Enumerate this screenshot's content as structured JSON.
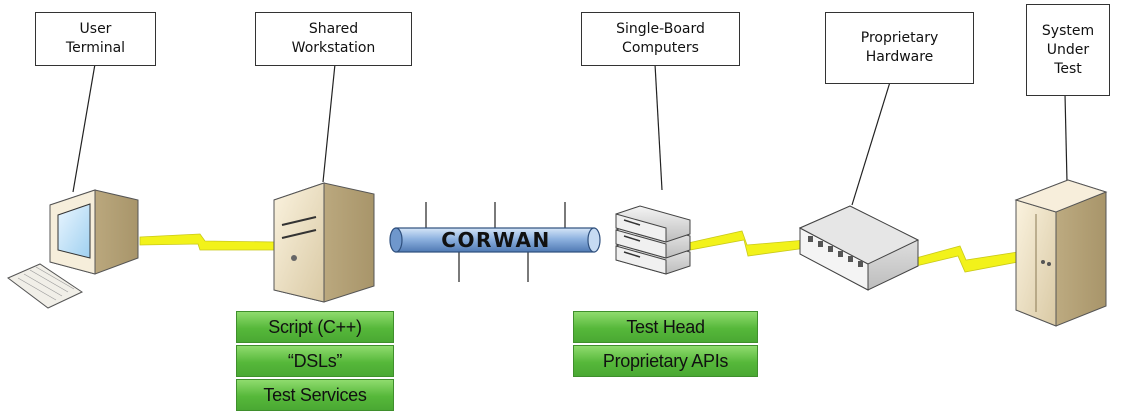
{
  "callouts": {
    "user_terminal": "User\nTerminal",
    "shared_workstation": "Shared\nWorkstation",
    "single_board": "Single-Board\nComputers",
    "proprietary_hw": "Proprietary\nHardware",
    "sut": "System\nUnder\nTest"
  },
  "network": {
    "label": "CORWAN"
  },
  "workstation_stack": [
    "Script (C++)",
    "“DSLs”",
    "Test Services"
  ],
  "sbc_stack": [
    "Test Head",
    "Proprietary APIs"
  ],
  "colors": {
    "link": "#f2f21a",
    "stack_green": "#5cbc40",
    "pipe": "#8fb3e0"
  }
}
